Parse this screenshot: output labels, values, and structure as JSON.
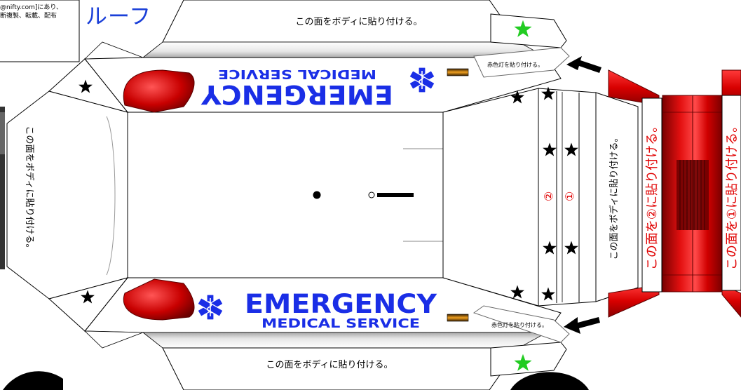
{
  "colors": {
    "blue_text": "#1a2ee6",
    "red_panel": "#cc0000",
    "red_instruction": "#e00000",
    "star_green": "#22cc22",
    "star_black": "#000000"
  },
  "header": {
    "copyright_line1": "@nifty.com]にあり、",
    "copyright_line2": "断複製、転載、配布",
    "roof_title": "ルーフ"
  },
  "labels": {
    "attach_body_top": "この面をボディに貼り付ける。",
    "attach_body_bottom": "この面をボディに貼り付ける。",
    "attach_body_left": "この面をボディに貼り付ける。",
    "attach_body_right": "この面をボディに貼り付ける。",
    "light_top": "赤色灯を貼り付ける。",
    "light_bottom": "赤色灯を貼り付ける。",
    "attach_to_2": "この面を②に貼り付ける。",
    "attach_to_1": "この面を①に貼り付ける。",
    "mark_2": "②",
    "mark_1": "①"
  },
  "emergency": {
    "main": "EMERGENCY",
    "sub": "MEDICAL SERVICE"
  },
  "icons": {
    "star_of_life": "star-of-life-icon",
    "arrow": "arrow-icon",
    "star": "star-icon"
  }
}
